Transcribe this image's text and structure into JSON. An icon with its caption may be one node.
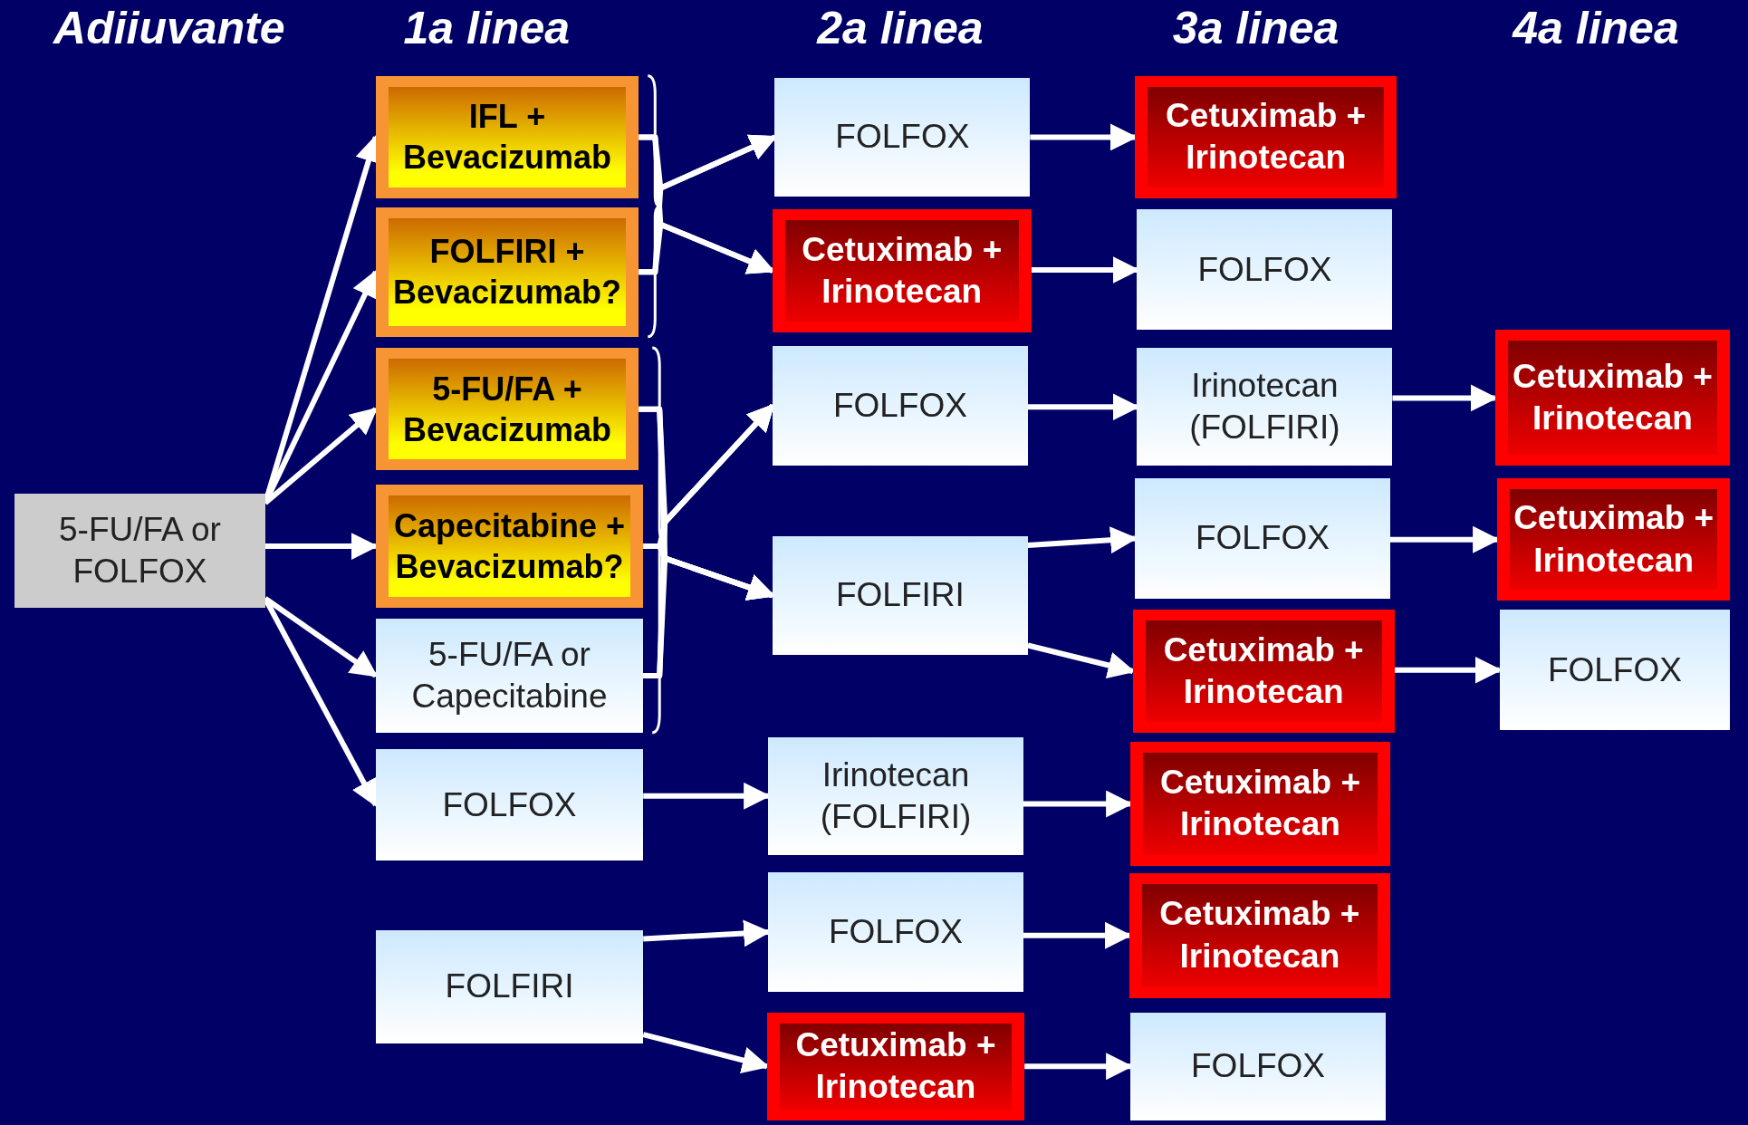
{
  "diagram": {
    "nodes": [
      {
        "text": [
          "5-FU/FA or FOLFOX"
        ]
      },
      {
        "text": [
          "IFL + Bevacizumab"
        ]
      },
      {
        "text": [
          "FOLFIRI + Bevacizumab?"
        ]
      },
      {
        "text": [
          "5-FU/FA + Bevacizumab"
        ]
      },
      {
        "text": [
          "Capecitabine + Bevacizumab?"
        ]
      },
      {
        "text": [
          "5-FU/FA or Capecitabine"
        ]
      },
      {
        "text": [
          "FOLFOX"
        ]
      },
      {
        "text": [
          "FOLFIRI"
        ]
      },
      {
        "text": [
          "FOLFOX"
        ]
      },
      {
        "text": [
          "Cetuximab + Irinotecan"
        ]
      },
      {
        "text": [
          "FOLFOX"
        ]
      },
      {
        "text": [
          "FOLFIRI"
        ]
      },
      {
        "text": [
          "Irinotecan (FOLFIRI)"
        ]
      },
      {
        "text": [
          "FOLFOX"
        ]
      },
      {
        "text": [
          "Cetuximab + Irinotecan"
        ]
      },
      {
        "text": [
          "Cetuximab + Irinotecan"
        ]
      },
      {
        "text": [
          "FOLFOX"
        ]
      },
      {
        "text": [
          "Irinotecan (FOLFIRI)"
        ]
      },
      {
        "text": [
          "FOLFOX"
        ]
      },
      {
        "text": [
          "Cetuximab + Irinotecan"
        ]
      },
      {
        "text": [
          "Cetuximab + Irinotecan"
        ]
      },
      {
        "text": [
          "Cetuximab + Irinotecan"
        ]
      },
      {
        "text": [
          "FOLFOX"
        ]
      },
      {
        "text": [
          "Cetuximab + Irinotecan"
        ]
      },
      {
        "text": [
          "Cetuximab + Irinotecan"
        ]
      },
      {
        "text": [
          "FOLFOX"
        ]
      }
    ],
    "edges": [
      {
        "from": 0,
        "to": 1,
        "arrow": "to"
      },
      {
        "from": 0,
        "to": 2,
        "arrow": "to"
      },
      {
        "from": 0,
        "to": 3,
        "arrow": "to"
      },
      {
        "from": 0,
        "to": 4,
        "arrow": "to"
      },
      {
        "from": 0,
        "to": 5,
        "arrow": "to"
      },
      {
        "from": 0,
        "to": 6,
        "arrow": "to"
      },
      {
        "from": 1,
        "to": 8,
        "arrow": "to"
      },
      {
        "from": 2,
        "to": 8,
        "arrow": "to"
      },
      {
        "from": 1,
        "to": 9,
        "arrow": "to"
      },
      {
        "from": 2,
        "to": 9,
        "arrow": "to"
      },
      {
        "from": 3,
        "to": 10,
        "arrow": "to"
      },
      {
        "from": 4,
        "to": 10,
        "arrow": "to"
      },
      {
        "from": 5,
        "to": 10,
        "arrow": "to"
      },
      {
        "from": 3,
        "to": 11,
        "arrow": "to"
      },
      {
        "from": 4,
        "to": 11,
        "arrow": "to"
      },
      {
        "from": 5,
        "to": 11,
        "arrow": "to"
      },
      {
        "from": 6,
        "to": 12,
        "arrow": "to"
      },
      {
        "from": 7,
        "to": 13,
        "arrow": "to"
      },
      {
        "from": 7,
        "to": 14,
        "arrow": "to"
      },
      {
        "from": 8,
        "to": 15,
        "arrow": "to"
      },
      {
        "from": 9,
        "to": 16,
        "arrow": "to"
      },
      {
        "from": 10,
        "to": 17,
        "arrow": "to"
      },
      {
        "from": 11,
        "to": 18,
        "arrow": "to"
      },
      {
        "from": 11,
        "to": 19,
        "arrow": "to"
      },
      {
        "from": 12,
        "to": 20,
        "arrow": "to"
      },
      {
        "from": 13,
        "to": 21,
        "arrow": "to"
      },
      {
        "from": 14,
        "to": 22,
        "arrow": "to"
      },
      {
        "from": 17,
        "to": 23,
        "arrow": "to"
      },
      {
        "from": 18,
        "to": 24,
        "arrow": "to"
      },
      {
        "from": 19,
        "to": 25,
        "arrow": "to"
      }
    ],
    "labels": [
      "Adiiuvante",
      "1a linea",
      "2a linea",
      "3a linea",
      "4a linea"
    ]
  }
}
